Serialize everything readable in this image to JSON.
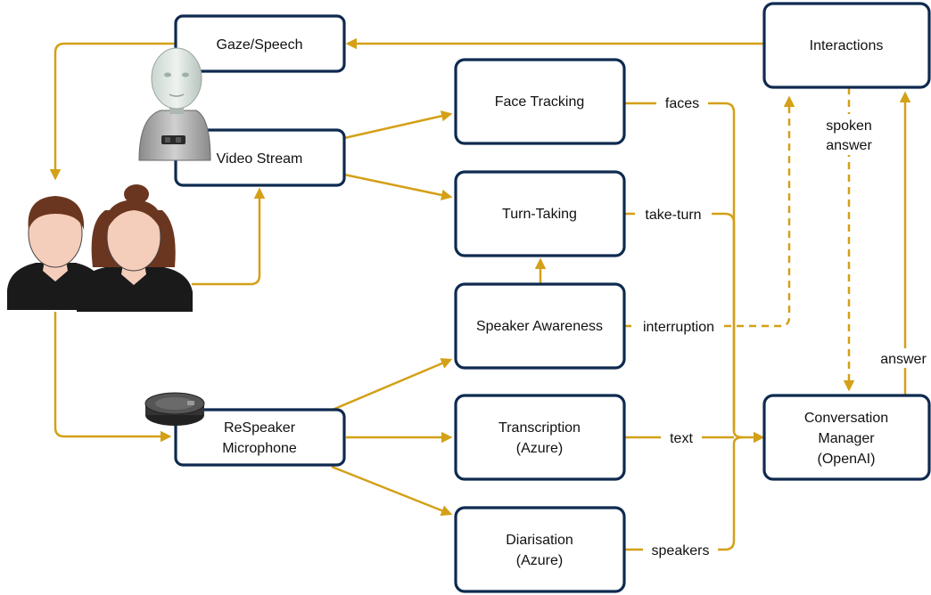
{
  "colors": {
    "node_border": "#0f2a4f",
    "edge": "#d4a017"
  },
  "nodes": {
    "gaze_speech": {
      "lines": [
        "Gaze/Speech"
      ]
    },
    "interactions": {
      "lines": [
        "Interactions"
      ]
    },
    "face_tracking": {
      "lines": [
        "Face Tracking"
      ]
    },
    "video_stream": {
      "lines": [
        "Video Stream"
      ]
    },
    "turn_taking": {
      "lines": [
        "Turn-Taking"
      ]
    },
    "speaker_awareness": {
      "lines": [
        "Speaker Awareness"
      ]
    },
    "respeaker": {
      "lines": [
        "ReSpeaker",
        "Microphone"
      ]
    },
    "transcription": {
      "lines": [
        "Transcription",
        "(Azure)"
      ]
    },
    "diarisation": {
      "lines": [
        "Diarisation",
        "(Azure)"
      ]
    },
    "conversation_manager": {
      "lines": [
        "Conversation",
        "Manager",
        "(OpenAI)"
      ]
    }
  },
  "edge_labels": {
    "faces": "faces",
    "take_turn": "take-turn",
    "interruption": "interruption",
    "text": "text",
    "speakers": "speakers",
    "spoken_answer": [
      "spoken",
      "answer"
    ],
    "answer": "answer"
  },
  "pictures": {
    "robot_head": "robot-head-icon",
    "users": "two-users-icon",
    "microphone": "microphone-puck-icon"
  }
}
